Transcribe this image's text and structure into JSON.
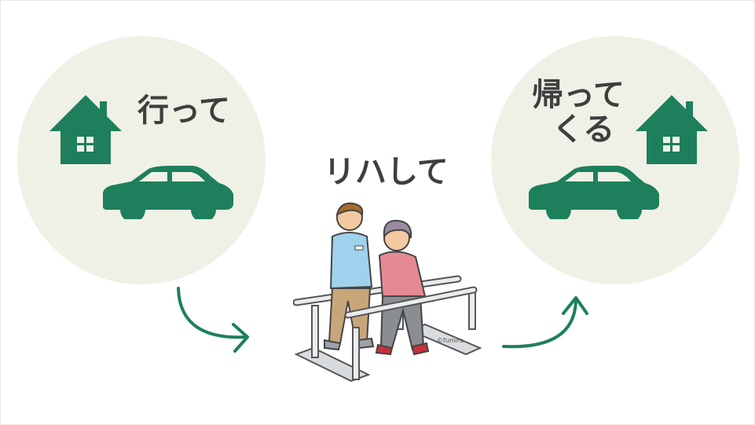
{
  "labels": {
    "going": "行って",
    "rehab": "リハして",
    "return_line1": "帰って",
    "return_line2": "くる"
  },
  "credit": "©fumira",
  "colors": {
    "green": "#1e7f5c",
    "circle": "#f0f1e6",
    "text": "#3e3e3e"
  },
  "icons": [
    "house-icon",
    "car-icon",
    "arrow-icon",
    "rehab-illustration"
  ]
}
